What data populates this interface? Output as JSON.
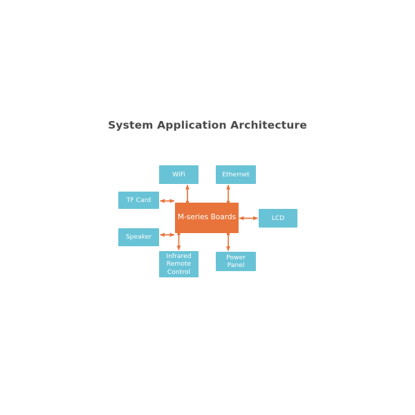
{
  "diagram": {
    "title": "System Application Architecture",
    "background_color": "#ffffff",
    "title_color": "#4a4a4a",
    "hub_color": "#e8743b",
    "peripheral_color": "#69c3d6",
    "connector_color": "#e8743b",
    "hub": {
      "id": "m-series-boards",
      "label": "M-series Boards"
    },
    "peripherals": [
      {
        "id": "wifi",
        "label": "WiFi",
        "position": "top-left",
        "direction": "hub-to-node"
      },
      {
        "id": "ethernet",
        "label": "Ethernet",
        "position": "top-right",
        "direction": "hub-to-node"
      },
      {
        "id": "tf-card",
        "label": "TF Card",
        "position": "left-upper",
        "direction": "bidirectional"
      },
      {
        "id": "speaker",
        "label": "Speaker",
        "position": "left-lower",
        "direction": "bidirectional"
      },
      {
        "id": "lcd",
        "label": "LCD",
        "position": "right",
        "direction": "bidirectional"
      },
      {
        "id": "infrared-remote-control",
        "label": "Infrared Remote Control",
        "label_lines": [
          "Infrared",
          "Remote",
          "Control"
        ],
        "position": "bottom-left",
        "direction": "hub-to-node"
      },
      {
        "id": "power-panel",
        "label": "Power Panel",
        "label_lines": [
          "Power",
          "Panel"
        ],
        "position": "bottom-right",
        "direction": "hub-to-node"
      }
    ]
  }
}
